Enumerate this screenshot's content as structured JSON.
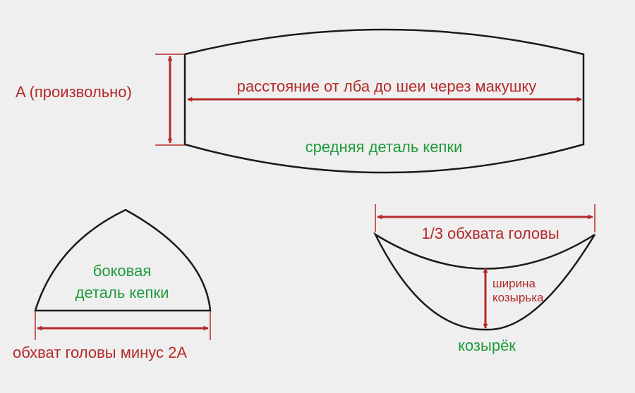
{
  "colors": {
    "background": "#efefef",
    "outline": "#1a1a1a",
    "dimension": "#b52a2a",
    "part_name": "#1f9a3a"
  },
  "middle_panel": {
    "height_label": "A (произвольно)",
    "length_label": "расстояние от лба до шеи через макушку",
    "name": "средняя деталь кепки"
  },
  "side_panel": {
    "name_line1": "боковая",
    "name_line2": "деталь кепки",
    "width_label": "обхват головы минус 2А"
  },
  "visor": {
    "width_label": "1/3 обхвата головы",
    "depth_label_line1": "ширина",
    "depth_label_line2": "козырька",
    "name": "козырёк"
  }
}
